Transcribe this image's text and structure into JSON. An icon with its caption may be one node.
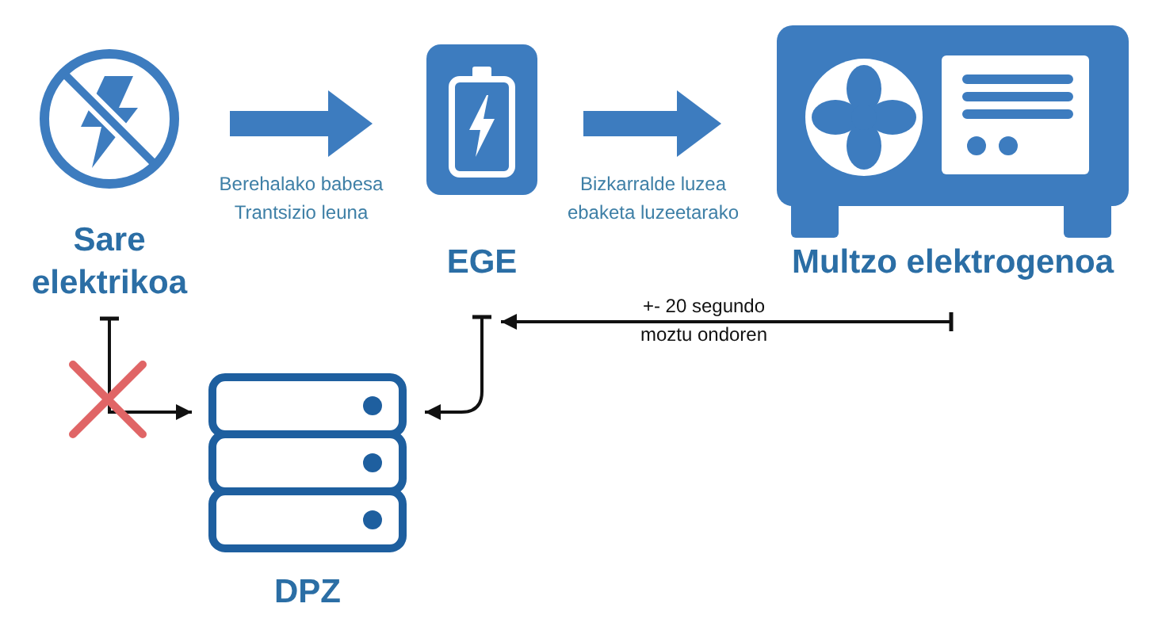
{
  "diagram": {
    "nodes": [
      {
        "text": [
          "Sare elektrikoa"
        ]
      },
      {
        "text": [
          "EGE"
        ]
      },
      {
        "text": [
          "Multzo elektrogenoa"
        ]
      },
      {
        "text": [
          "DPZ"
        ]
      }
    ],
    "edges": [
      {
        "from": 0,
        "to": 1,
        "arrow": "to",
        "label": "Berehalako babesa Trantsizio leuna",
        "style": "thick",
        "color": "#3d7cbf"
      },
      {
        "from": 1,
        "to": 2,
        "arrow": "to",
        "label": "Bizkarralde luzea ebaketa luzeetarako",
        "style": "thick",
        "color": "#3d7cbf"
      },
      {
        "from": 2,
        "to": 1,
        "arrow": "to",
        "label": "+- 20 segundo moztu ondoren"
      },
      {
        "from": 0,
        "to": 3,
        "arrow": "to"
      },
      {
        "from": 1,
        "to": 3,
        "arrow": "to"
      }
    ]
  }
}
